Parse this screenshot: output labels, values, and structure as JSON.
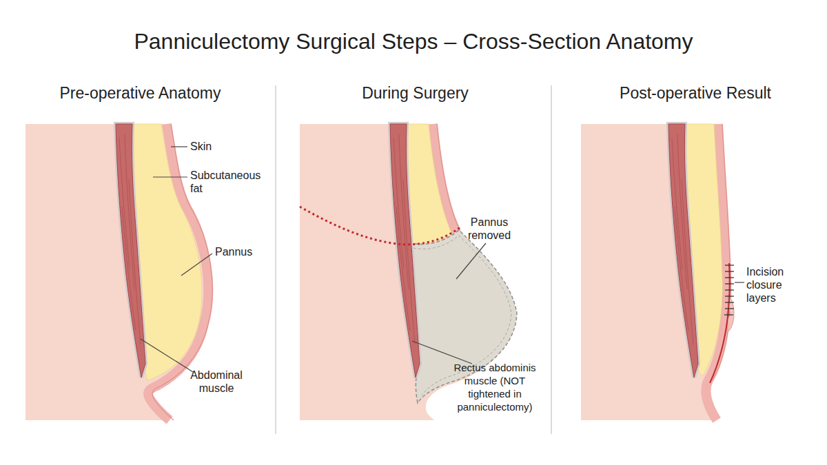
{
  "diagram": {
    "title": "Panniculectomy Surgical Steps – Cross-Section Anatomy",
    "nodes": [
      {
        "text": [
          "Pre-operative Anatomy"
        ]
      },
      {
        "text": [
          "During Surgery"
        ]
      },
      {
        "text": [
          "Post-operative Result"
        ]
      }
    ],
    "labels": [
      "Skin",
      "Subcutaneous fat",
      "Pannus",
      "Abdominal muscle",
      "Pannus removed",
      "Rectus abdominis muscle (NOT tightened in panniculectomy)",
      "Incision closure layers"
    ]
  }
}
